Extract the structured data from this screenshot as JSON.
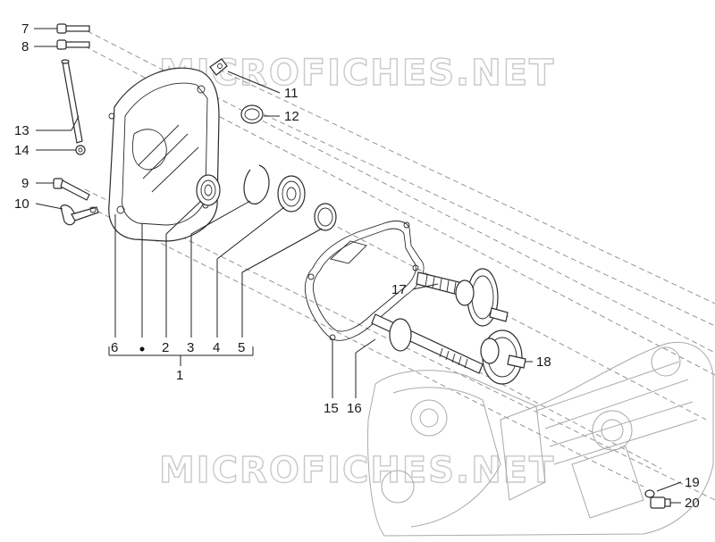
{
  "watermark": "MICROFICHES.NET",
  "callouts": [
    {
      "id": "c7",
      "text": "7"
    },
    {
      "id": "c8",
      "text": "8"
    },
    {
      "id": "c11",
      "text": "11"
    },
    {
      "id": "c12",
      "text": "12"
    },
    {
      "id": "c13",
      "text": "13"
    },
    {
      "id": "c14",
      "text": "14"
    },
    {
      "id": "c9",
      "text": "9"
    },
    {
      "id": "c10",
      "text": "10"
    },
    {
      "id": "c17",
      "text": "17"
    },
    {
      "id": "c18",
      "text": "18"
    },
    {
      "id": "c6",
      "text": "6"
    },
    {
      "id": "c2",
      "text": "2"
    },
    {
      "id": "c3",
      "text": "3"
    },
    {
      "id": "c4",
      "text": "4"
    },
    {
      "id": "c5",
      "text": "5"
    },
    {
      "id": "c1",
      "text": "1"
    },
    {
      "id": "c15",
      "text": "15"
    },
    {
      "id": "c16",
      "text": "16"
    },
    {
      "id": "c19",
      "text": "19"
    },
    {
      "id": "c20",
      "text": "20"
    }
  ]
}
